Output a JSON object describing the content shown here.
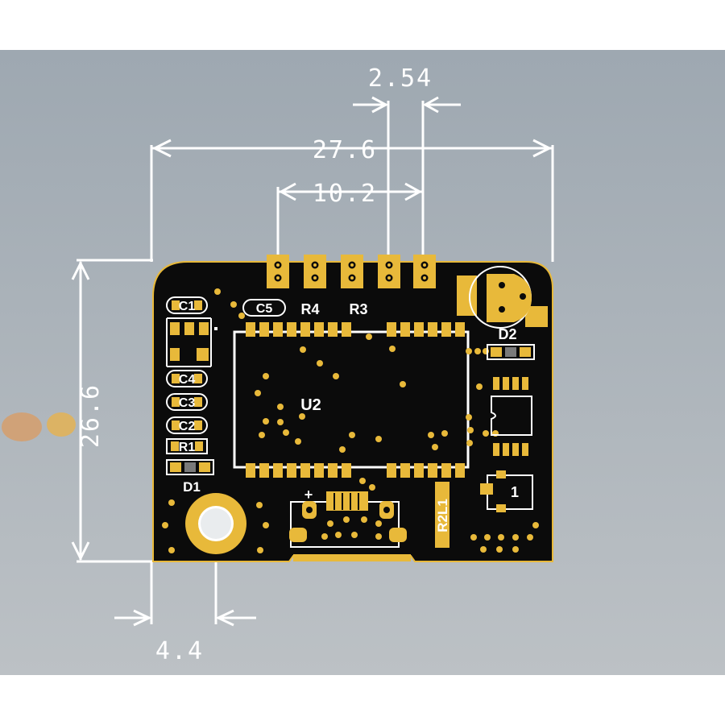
{
  "dimensions": {
    "pin_pitch": "2.54",
    "board_width": "27.6",
    "pin_span": "10.2",
    "board_height": "26.6",
    "hole_offset": "4.4"
  },
  "silkscreen": {
    "c1_top": "C1",
    "c5": "C5",
    "r4": "R4",
    "r3": "R3",
    "c4": "C4",
    "c3": "C3",
    "c2": "C2",
    "r1": "R1",
    "d1": "D1",
    "u2": "U2",
    "d2": "D2",
    "q1": "1",
    "r2l1": "R2L1",
    "plus": "+"
  },
  "colors": {
    "background_top": "#a7b0b8",
    "background_bottom": "#b9bec3",
    "board": "#0b0b0b",
    "gold": "#e8b93a",
    "dimension_line": "#ffffff"
  }
}
